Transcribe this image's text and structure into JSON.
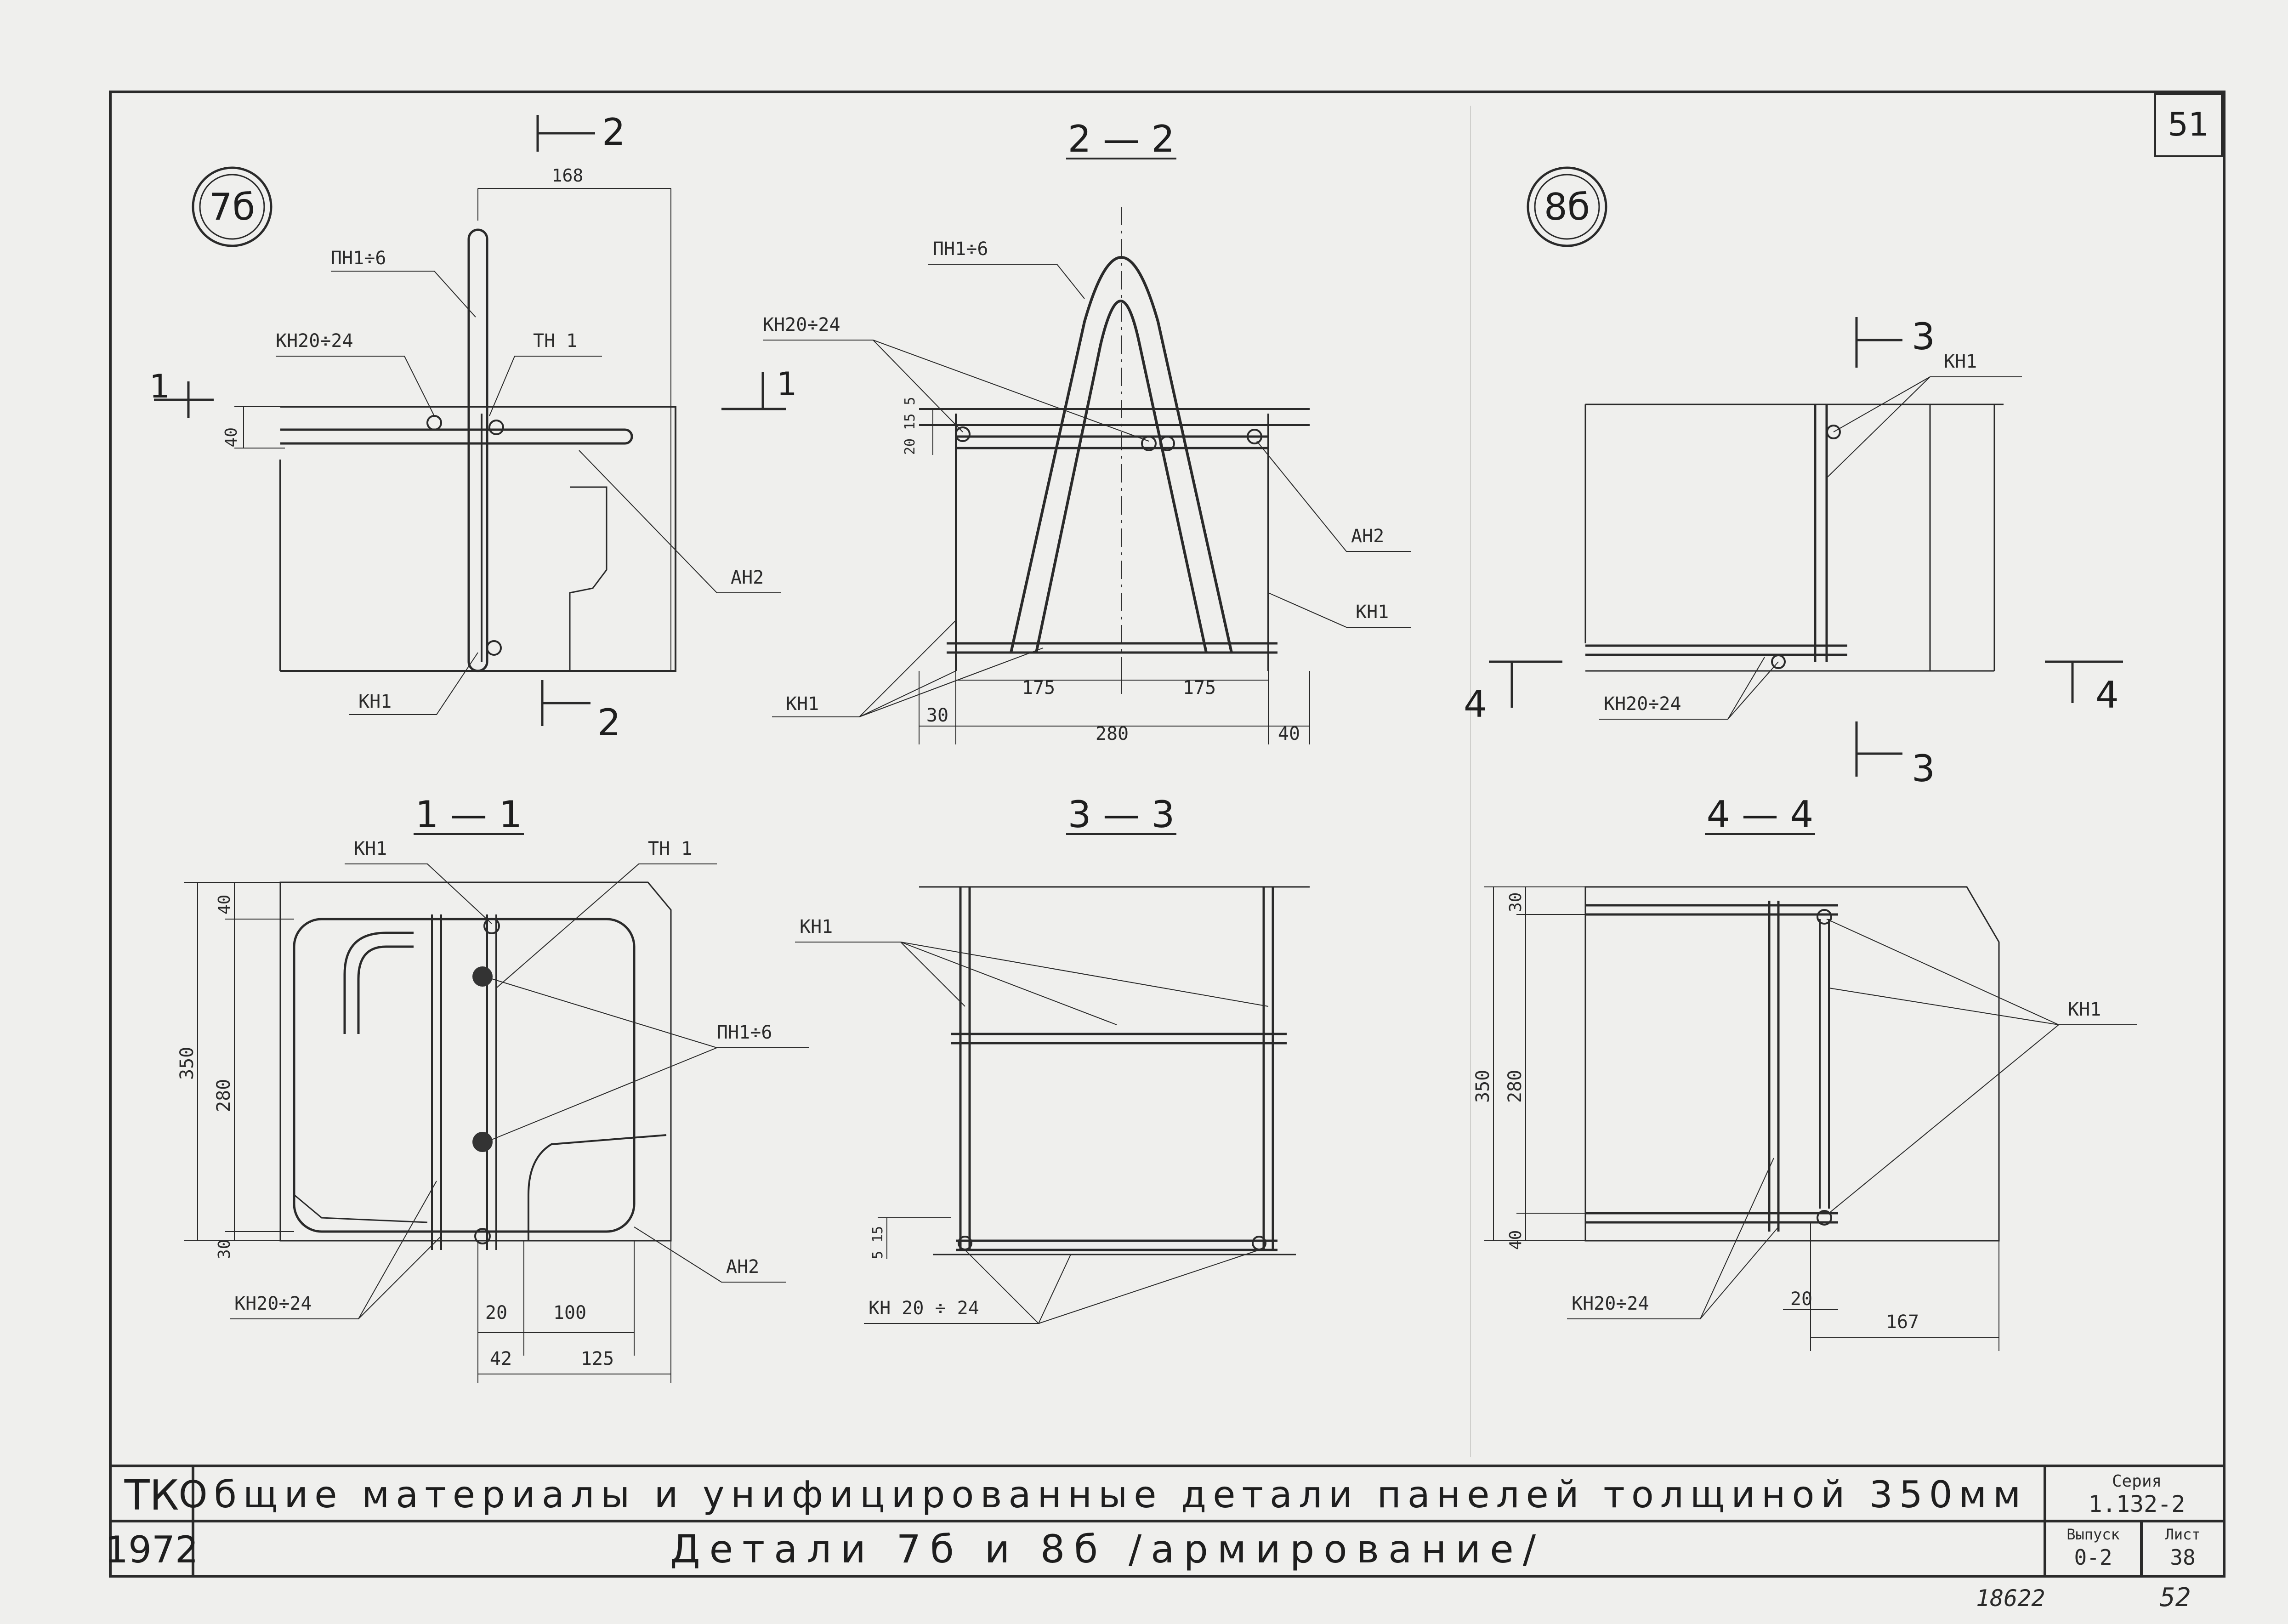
{
  "sheet_number": "51",
  "details": {
    "d7": {
      "circle": "7б"
    },
    "d8": {
      "circle": "8б"
    }
  },
  "section_marks": {
    "s1_left": "1",
    "s1_right": "1",
    "s2_top": "2",
    "s2_bottom": "2",
    "s3_top": "3",
    "s3_bottom": "3",
    "s4_left": "4",
    "s4_right": "4"
  },
  "section_titles": {
    "s22": "2 — 2",
    "s11": "1 — 1",
    "s33": "3 — 3",
    "s44": "4 — 4"
  },
  "labels": {
    "pn": "ПН1÷6",
    "kn2024": "КН20÷24",
    "kn2024b": "КН 20 ÷ 24",
    "tn1": "ТН 1",
    "an2": "АН2",
    "kn1": "КН1"
  },
  "dims": {
    "d168": "168",
    "d40": "40",
    "d30": "30",
    "d175": "175",
    "d280": "280",
    "d350": "350",
    "d20": "20",
    "d100": "100",
    "d42": "42",
    "d125": "125",
    "d167": "167",
    "d20_15_5": "20 15 5",
    "d5_15": "5 15"
  },
  "title_block": {
    "org": "ТК",
    "year": "1972",
    "title": "Общие материалы и унифицированные детали панелей толщиной 350мм",
    "subtitle": "Детали 7б и 8б /армирование/",
    "series_label": "Серия",
    "series_value": "1.132-2",
    "issue_label": "Выпуск",
    "issue_value": "0-2",
    "sheet_label": "Лист",
    "sheet_value": "38"
  },
  "footnote": {
    "inventory": "18622",
    "page": "52"
  }
}
